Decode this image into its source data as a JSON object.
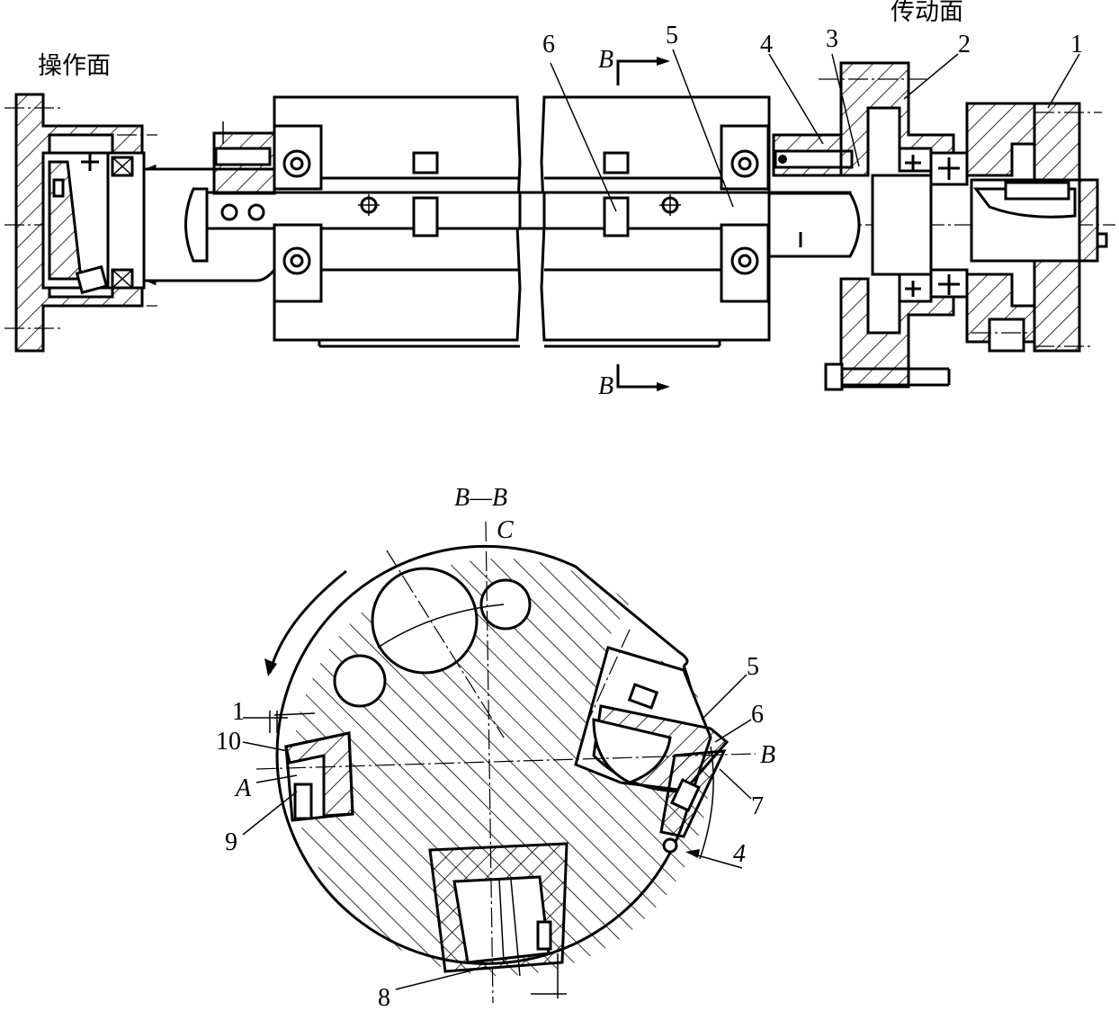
{
  "labels": {
    "operation_side": "操作面",
    "drive_side": "传动面",
    "section_title": "B—B"
  },
  "top_view": {
    "parts": [
      "1",
      "2",
      "3",
      "4",
      "5",
      "6"
    ],
    "section_mark": "B"
  },
  "section_view": {
    "parts": [
      "1",
      "10",
      "9",
      "8",
      "5",
      "6",
      "7",
      "4"
    ],
    "letters": [
      "C",
      "A",
      "B"
    ]
  }
}
